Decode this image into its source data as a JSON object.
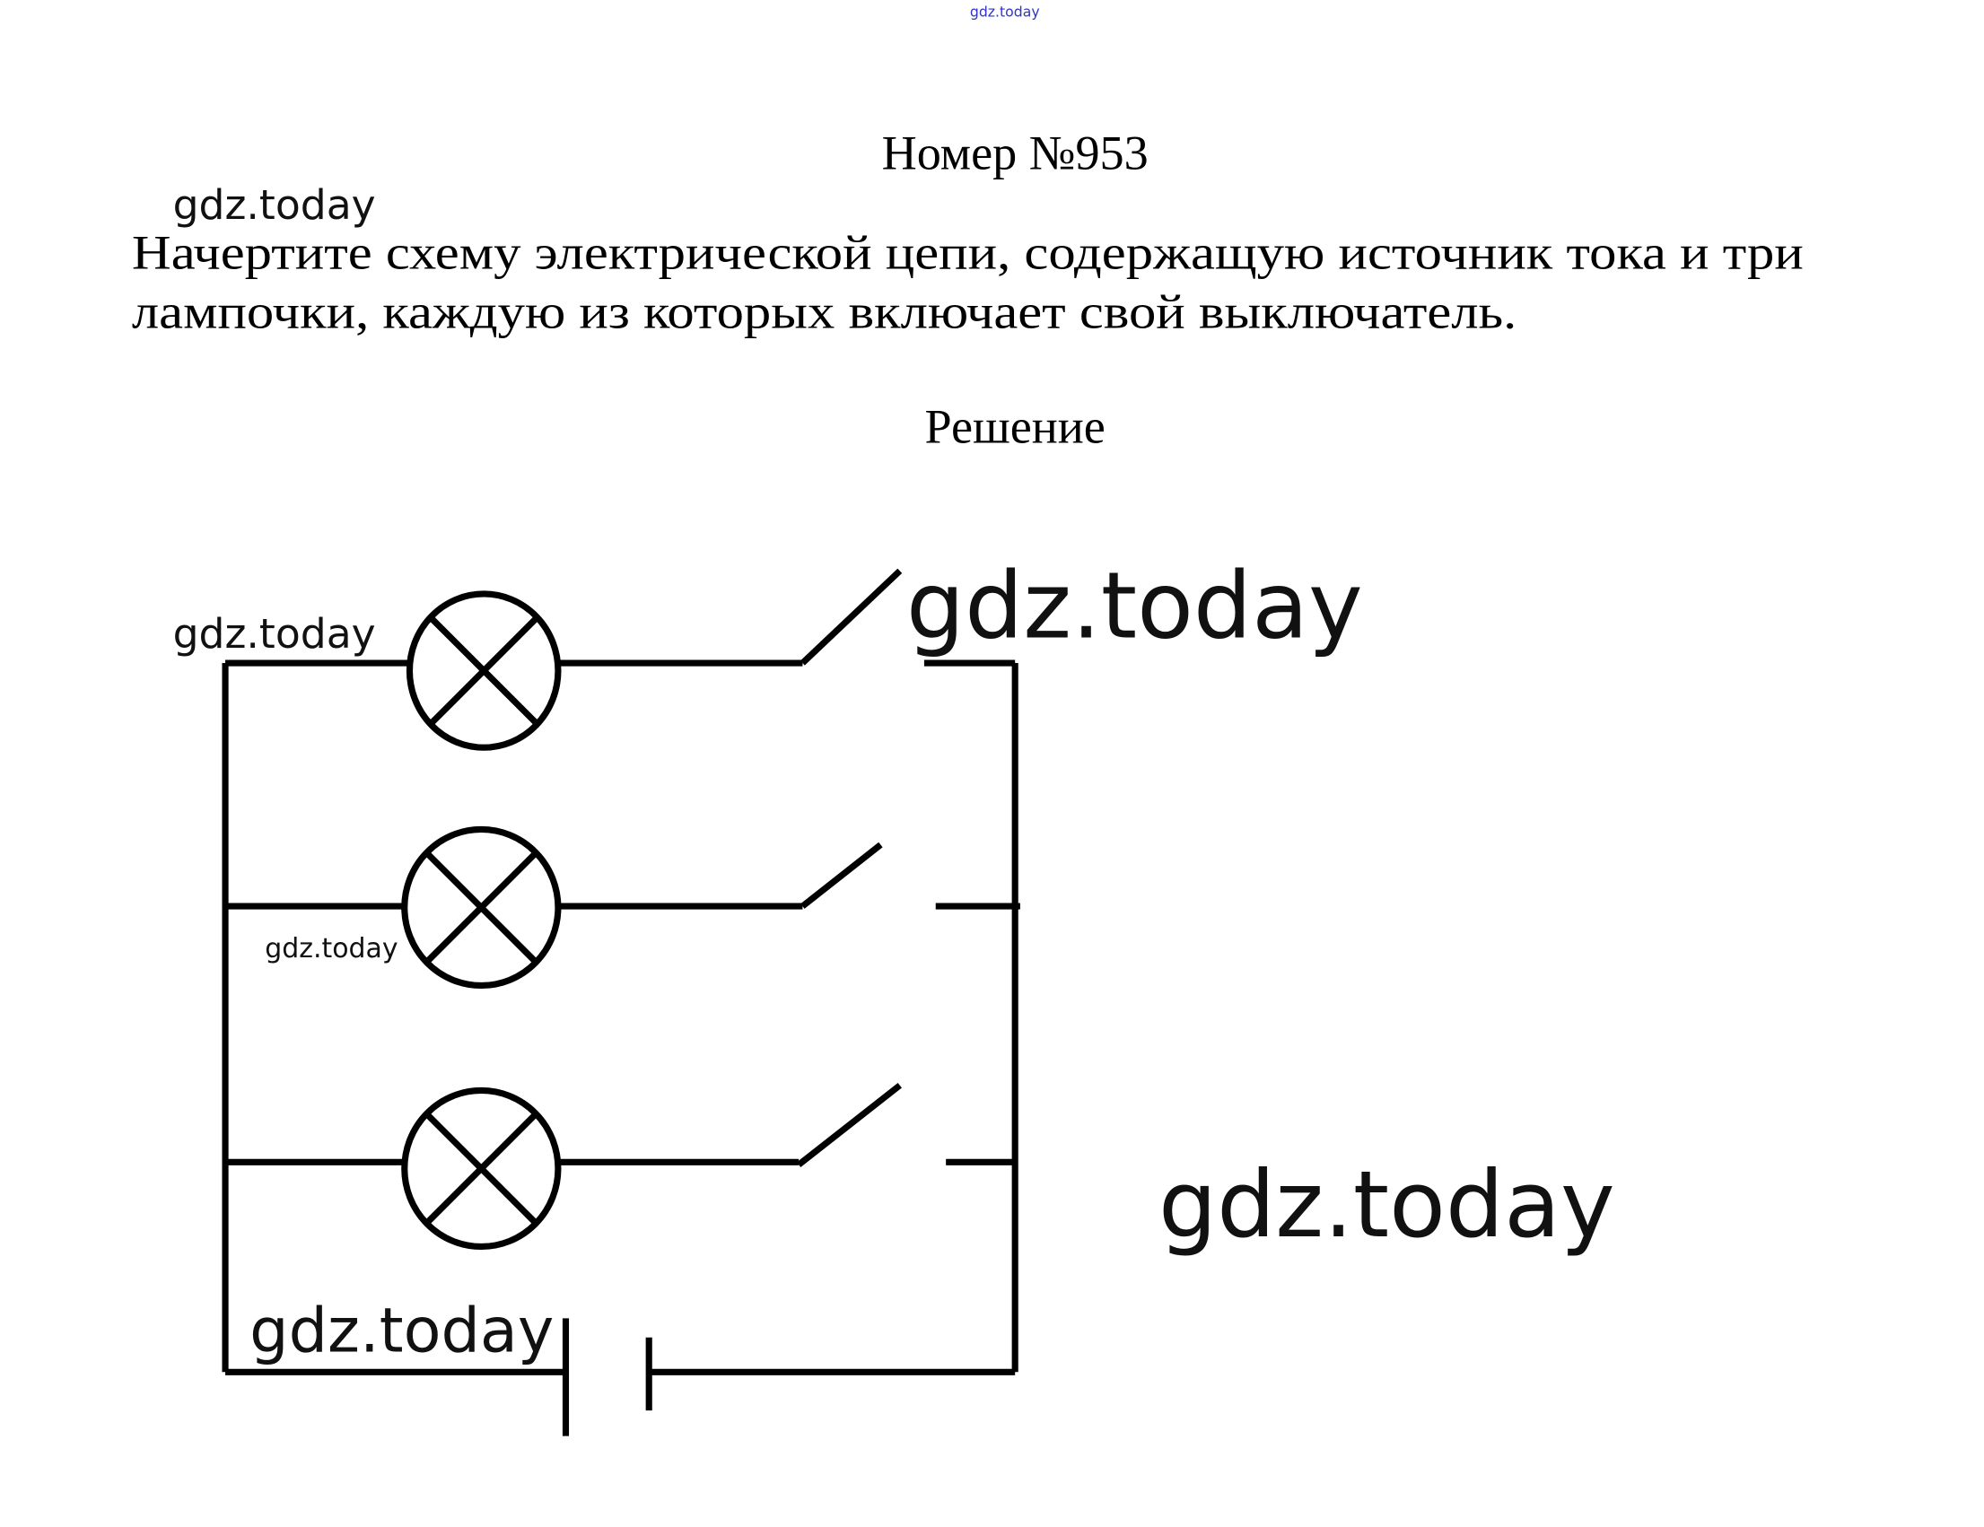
{
  "watermark": "gdz.today",
  "header_watermark": "gdz.today",
  "title": "Номер №953",
  "task": {
    "line1": "Начертите схему электрической цепи, содержащую источник тока и три",
    "line2": "лампочки, каждую из которых включает свой выключатель."
  },
  "solution_heading": "Решение",
  "colors": {
    "header_watermark": "#3333cc",
    "ink": "#000000"
  }
}
